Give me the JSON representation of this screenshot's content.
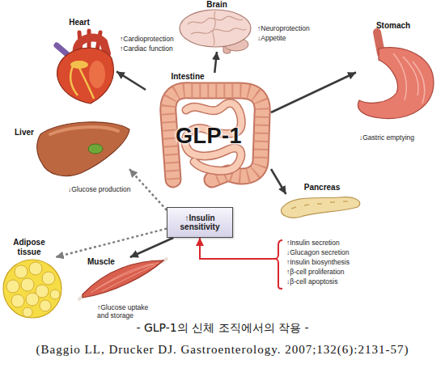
{
  "diagram": {
    "caption": "- GLP-1의 신체 조직에서의 작용 -",
    "nodes": [
      {
        "text": [
          "Brain",
          "↑Neuroprotection",
          "↓Appetite"
        ]
      },
      {
        "text": [
          "Heart",
          "↑Cardioprotection",
          "↑Cardiac function"
        ]
      },
      {
        "text": [
          "Intestine",
          "GLP-1"
        ]
      },
      {
        "text": [
          "Stomach",
          "↓Gastric emptying"
        ]
      },
      {
        "text": [
          "Liver",
          "↓Glucose production"
        ]
      },
      {
        "text": [
          "↑Insulin sensitivity"
        ]
      },
      {
        "text": [
          "Pancreas",
          "↑Insulin secretion",
          "↓Glucagon secretion",
          "↑Insulin biosynthesis",
          "↑β-cell proliferation",
          "↓β-cell apoptosis"
        ]
      },
      {
        "text": [
          "Adipose tissue"
        ]
      },
      {
        "text": [
          "Muscle",
          "↑Glucose uptake and storage"
        ]
      }
    ],
    "edges": [
      {
        "from": 2,
        "to": 0,
        "arrow": "to"
      },
      {
        "from": 2,
        "to": 1,
        "arrow": "to"
      },
      {
        "from": 2,
        "to": 3,
        "arrow": "to"
      },
      {
        "from": 2,
        "to": 6,
        "arrow": "to"
      },
      {
        "from": 5,
        "to": 4,
        "arrow": "to"
      },
      {
        "from": 5,
        "to": 7,
        "arrow": "to"
      },
      {
        "from": 5,
        "to": 8,
        "arrow": "to"
      },
      {
        "from": 6,
        "to": 5,
        "arrow": "to"
      }
    ],
    "labels": [
      "(Baggio LL, Drucker DJ. Gastroenterology. 2007;132(6):2131-57)"
    ]
  }
}
